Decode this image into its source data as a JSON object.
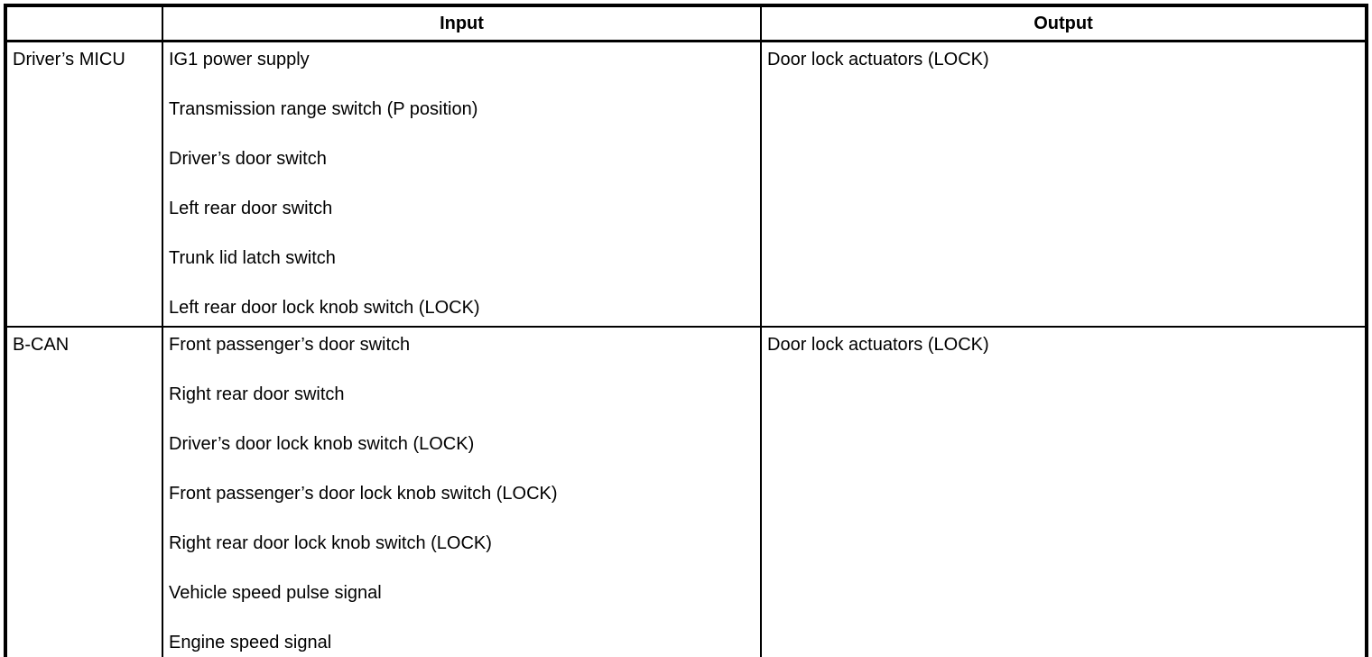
{
  "table": {
    "headers": {
      "source": "",
      "input": "Input",
      "output": "Output"
    },
    "rows": [
      {
        "source": "Driver’s MICU",
        "inputs": [
          "IG1 power supply",
          "Transmission range switch (P position)",
          "Driver’s door switch",
          "Left rear door switch",
          "Trunk lid latch switch",
          "Left rear door lock knob switch (LOCK)"
        ],
        "outputs": [
          "Door lock actuators (LOCK)"
        ]
      },
      {
        "source": "B-CAN",
        "inputs": [
          "Front passenger’s door switch",
          "Right rear door switch",
          "Driver’s door lock knob switch (LOCK)",
          "Front passenger’s door lock knob switch (LOCK)",
          "Right rear door lock knob switch (LOCK)",
          "Vehicle speed pulse signal",
          "Engine speed signal"
        ],
        "outputs": [
          "Door lock actuators (LOCK)"
        ]
      }
    ]
  }
}
